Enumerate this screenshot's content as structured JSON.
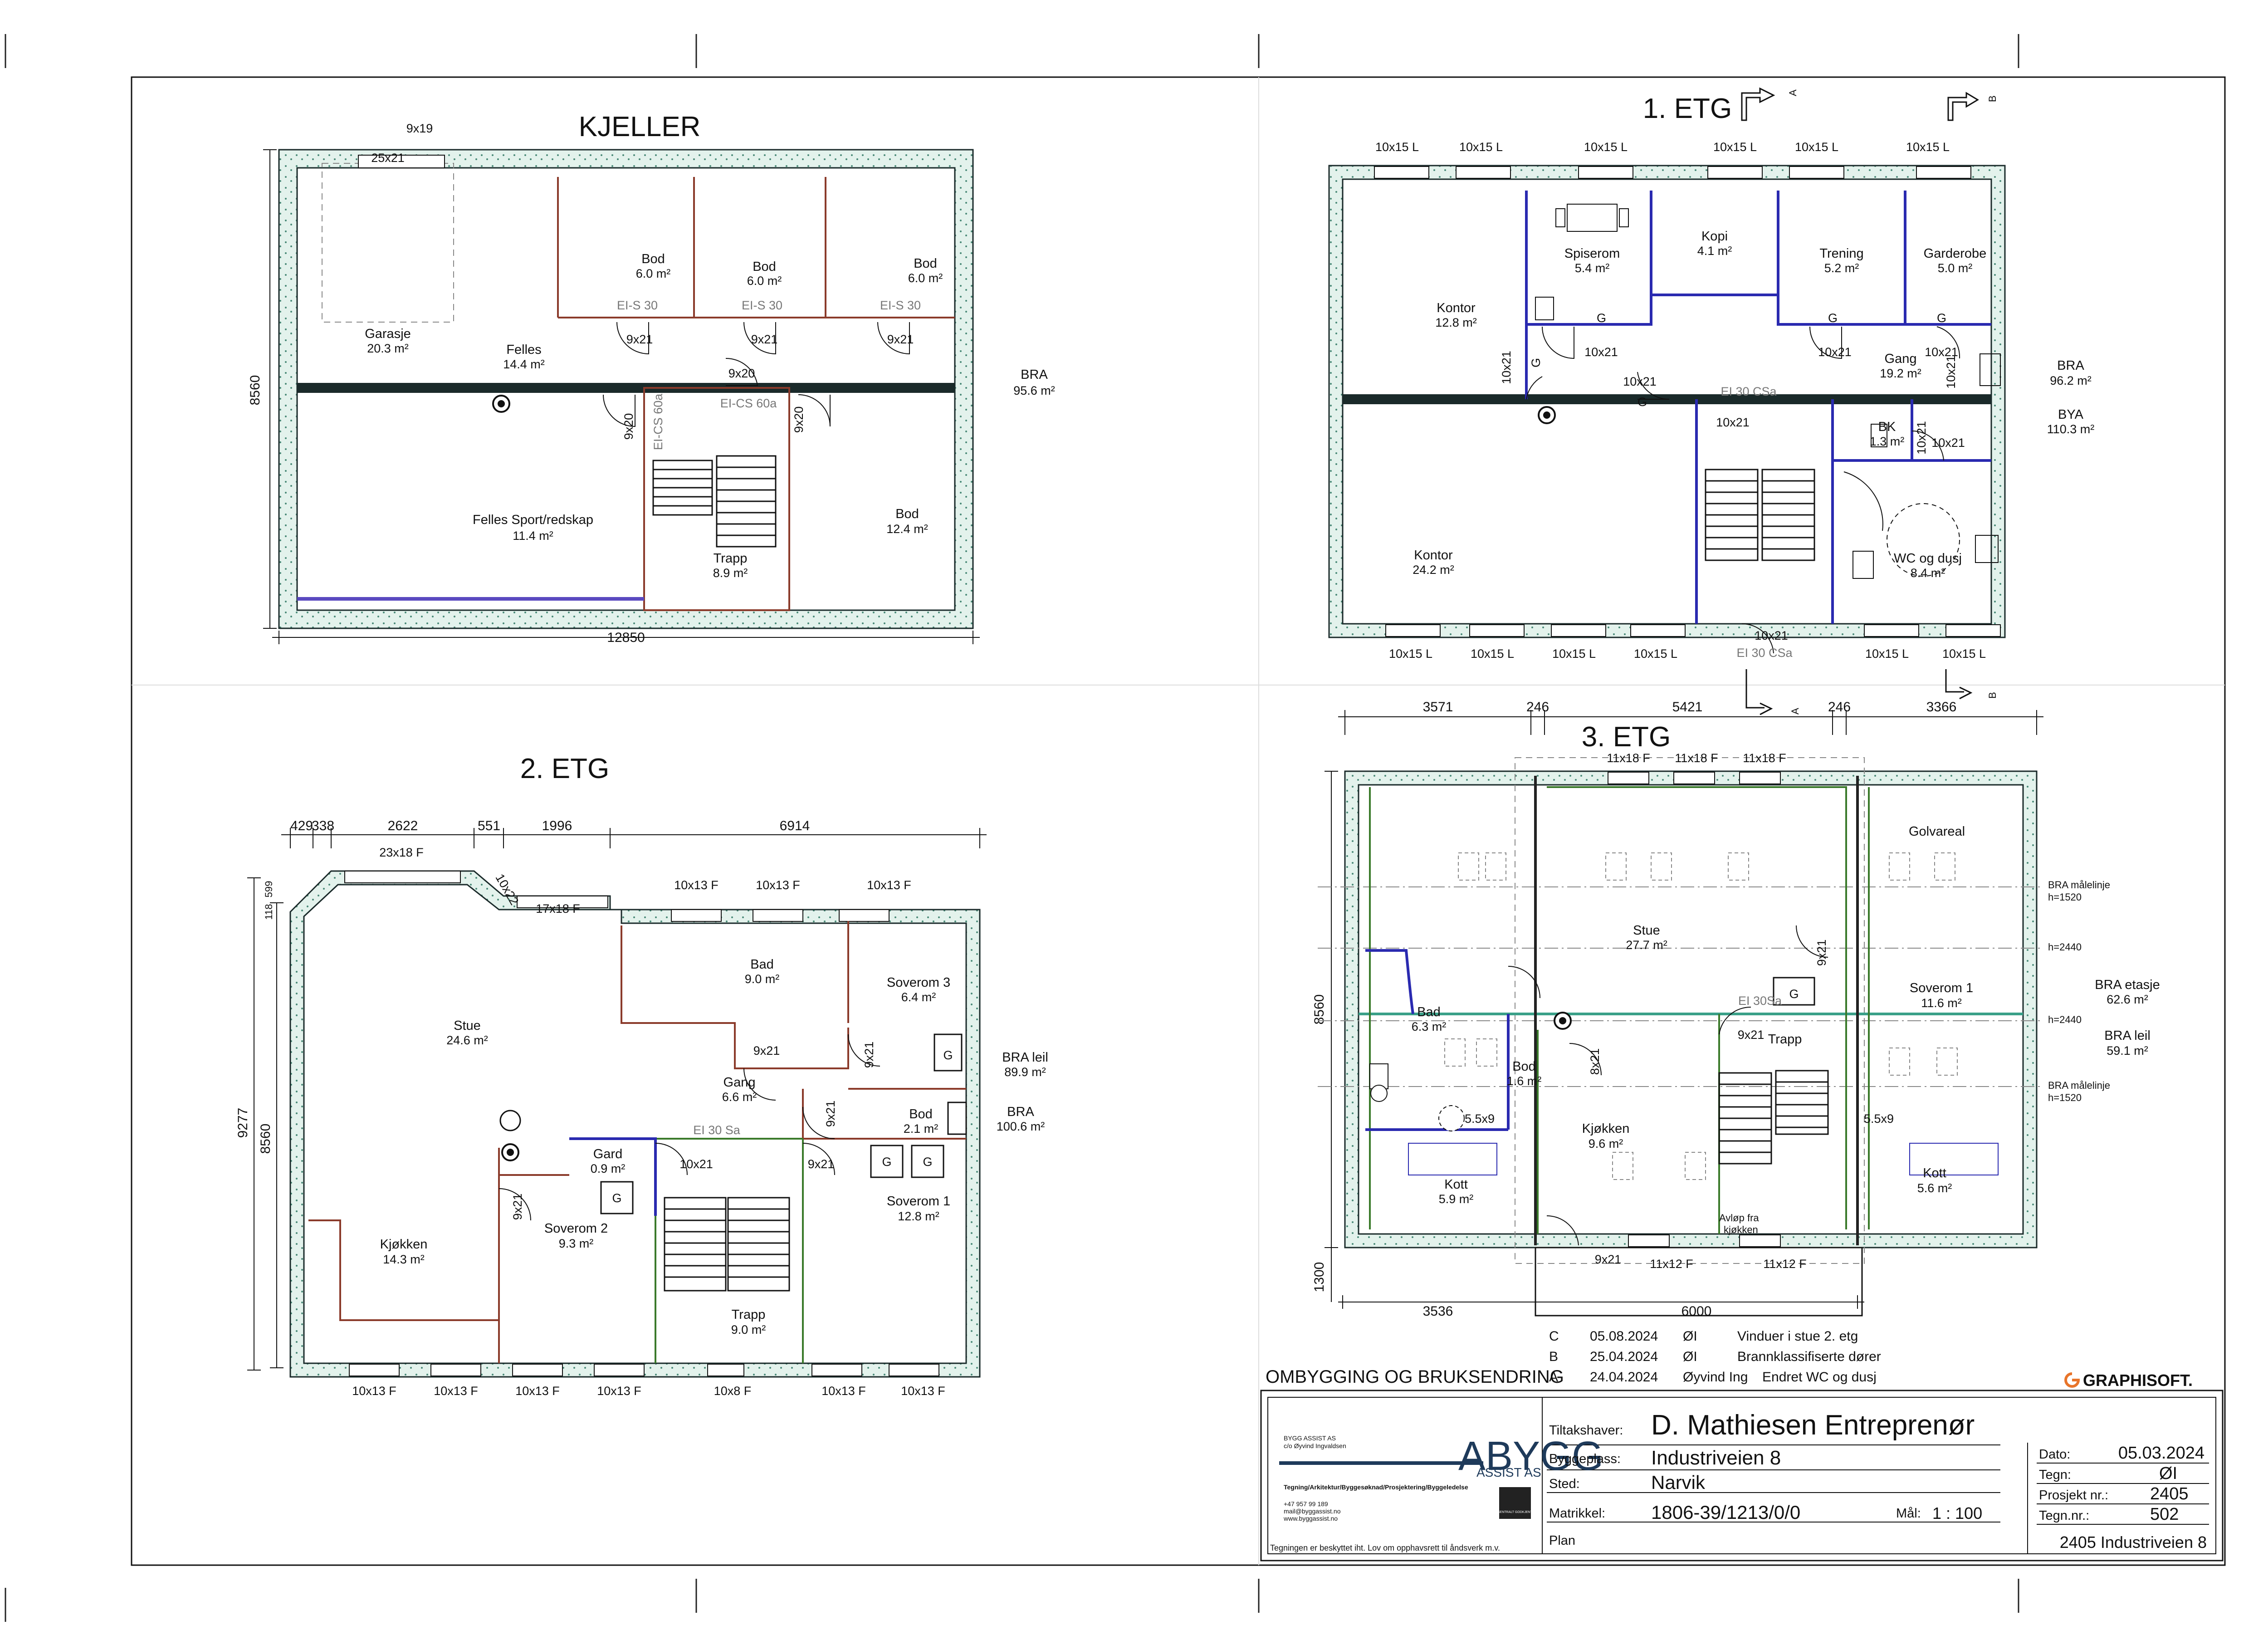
{
  "kjeller": {
    "title": "KJELLER",
    "rooms": [
      {
        "name": "Garasje",
        "area": "20.3 m²"
      },
      {
        "name": "Felles",
        "area": "14.4 m²"
      },
      {
        "name": "Bod",
        "area": "6.0 m²"
      },
      {
        "name": "Bod",
        "area": "6.0 m²"
      },
      {
        "name": "Bod",
        "area": "6.0 m²"
      },
      {
        "name": "Felles Sport/redskap",
        "area": "11.4 m²"
      },
      {
        "name": "Trapp",
        "area": "8.9 m²"
      },
      {
        "name": "Bod",
        "area": "12.4 m²"
      }
    ],
    "bra_label": "BRA",
    "bra_value": "95.6 m²",
    "dim_width": "12850",
    "dim_height": "8560",
    "door_labels": [
      "9x19",
      "25x21",
      "9x21",
      "9x21",
      "9x21",
      "9x20",
      "9x20",
      "9x20"
    ],
    "fire_labels": [
      "EI-S 30",
      "EI-S 30",
      "EI-S 30",
      "EI-CS 60a",
      "EI-CS 60a"
    ]
  },
  "etg1": {
    "title": "1. ETG",
    "section_a": "A",
    "section_b": "B",
    "rooms": [
      {
        "name": "Spiserom",
        "area": "5.4 m²"
      },
      {
        "name": "Kopi",
        "area": "4.1 m²"
      },
      {
        "name": "Trening",
        "area": "5.2 m²"
      },
      {
        "name": "Garderobe",
        "area": "5.0 m²"
      },
      {
        "name": "Kontor",
        "area": "12.8 m²"
      },
      {
        "name": "Gang",
        "area": "19.2 m²"
      },
      {
        "name": "BK",
        "area": "1.3 m²"
      },
      {
        "name": "Kontor",
        "area": "24.2 m²"
      },
      {
        "name": "WC og dusj",
        "area": "8.4 m²"
      }
    ],
    "bra_label": "BRA",
    "bra_value": "96.2 m²",
    "bya_label": "BYA",
    "bya_value": "110.3 m²",
    "windows_top": [
      "10x15 L",
      "10x15 L",
      "10x15 L",
      "10x15 L",
      "10x15 L",
      "10x15 L"
    ],
    "windows_bottom": [
      "10x15 L",
      "10x15 L",
      "10x15 L",
      "10x15 L",
      "10x15 L",
      "10x15 L"
    ],
    "door_labels": [
      "10x21",
      "10x21",
      "10x21",
      "10x21",
      "10x21",
      "10x21",
      "10x21",
      "10x21",
      "10x21"
    ],
    "fire_label": "EI 30 CSa",
    "fire_label_2": "EI 30 CSa",
    "g_marks": [
      "G",
      "G",
      "G",
      "G",
      "G"
    ]
  },
  "etg2": {
    "title": "2. ETG",
    "dims_top": [
      "429",
      "338",
      "2622",
      "551",
      "1996",
      "6914"
    ],
    "dim_left_outer": "9277",
    "dim_left_inner": "8560",
    "dim_left_small_1": "118",
    "dim_left_small_2": "599",
    "windows_top": [
      "23x18 F",
      "17x18 F",
      "10x13 F",
      "10x13 F",
      "10x13 F"
    ],
    "window_angled": "10x22",
    "windows_bottom": [
      "10x13 F",
      "10x13 F",
      "10x13 F",
      "10x13 F",
      "10x8 F",
      "10x13 F",
      "10x13 F"
    ],
    "rooms": [
      {
        "name": "Stue",
        "area": "24.6 m²"
      },
      {
        "name": "Bad",
        "area": "9.0 m²"
      },
      {
        "name": "Soverom 3",
        "area": "6.4 m²"
      },
      {
        "name": "Gang",
        "area": "6.6 m²"
      },
      {
        "name": "Bod",
        "area": "2.1 m²"
      },
      {
        "name": "Gard",
        "area": "0.9 m²"
      },
      {
        "name": "Soverom 2",
        "area": "9.3 m²"
      },
      {
        "name": "Soverom 1",
        "area": "12.8 m²"
      },
      {
        "name": "Kjøkken",
        "area": "14.3 m²"
      },
      {
        "name": "Trapp",
        "area": "9.0 m²"
      }
    ],
    "bra_leil_label": "BRA leil",
    "bra_leil_value": "89.9 m²",
    "bra_label": "BRA",
    "bra_value": "100.6 m²",
    "door_labels": [
      "9x21",
      "9x21",
      "9x21",
      "9x21",
      "10x21",
      "9x21"
    ],
    "fire_label": "EI 30 Sa",
    "g_marks": [
      "G",
      "G",
      "G",
      "G"
    ]
  },
  "etg3": {
    "title": "3. ETG",
    "dims_top": [
      "3571",
      "246",
      "5421",
      "246",
      "3366"
    ],
    "dims_bottom": [
      "3536",
      "6000"
    ],
    "dim_left": "8560",
    "dim_left_small": "1300",
    "windows_top": [
      "11x18 F",
      "11x18 F",
      "11x18 F"
    ],
    "windows_bottom": [
      "11x12 F",
      "11x12 F"
    ],
    "rooms": [
      {
        "name": "Golvareal",
        "area": ""
      },
      {
        "name": "Stue",
        "area": "27.7 m²"
      },
      {
        "name": "Soverom 1",
        "area": "11.6 m²"
      },
      {
        "name": "Bad",
        "area": "6.3 m²"
      },
      {
        "name": "Bod",
        "area": "1.6 m²"
      },
      {
        "name": "Trapp",
        "area": ""
      },
      {
        "name": "Kjøkken",
        "area": "9.6 m²"
      },
      {
        "name": "Kott",
        "area": "5.9 m²"
      },
      {
        "name": "Kott",
        "area": "5.6 m²"
      }
    ],
    "bra_maalelinje": "BRA målelinje",
    "h1520": "h=1520",
    "h2440": "h=2440",
    "bra_etasje_label": "BRA etasje",
    "bra_etasje_value": "62.6 m²",
    "bra_leil_label": "BRA leil",
    "bra_leil_value": "59.1 m²",
    "door_labels": [
      "9x21",
      "8x21",
      "9x21",
      "5.5x9",
      "5.5x9",
      "9x21"
    ],
    "fire_label": "EI 30Sa",
    "g_mark": "G",
    "avlop": "Avløp fra",
    "avlop2": "kjøkken",
    "section_a": "A",
    "section_b": "B"
  },
  "revisions": [
    {
      "code": "C",
      "date": "05.08.2024",
      "by": "ØI",
      "text": "Vinduer i stue 2. etg"
    },
    {
      "code": "B",
      "date": "25.04.2024",
      "by": "ØI",
      "text": "Brannklassifiserte dører"
    },
    {
      "code": "A",
      "date": "24.04.2024",
      "by": "Øyvind Ing",
      "text": "Endret WC og dusj"
    }
  ],
  "project_heading": "OMBYGGING OG BRUKSENDRING",
  "graphisoft": "GRAPHISOFT.",
  "titleblock": {
    "company_small_1": "BYGG ASSIST AS",
    "company_small_2": "c/o Øyvind Ingvaldsen",
    "services": "Tegning/Arkitektur/Byggesøknad/Prosjektering/Byggeledelse",
    "phone": "+47 957 99 189",
    "email": "mail@byggassist.no",
    "web": "www.byggassist.no",
    "logo_main": "ABYGG",
    "logo_sub": "ASSIST AS",
    "badge": "SENTRALT GODKJENT",
    "copyright": "Tegningen er beskyttet iht. Lov om opphavsrett til åndsverk m.v.",
    "tiltakshaver_label": "Tiltakshaver:",
    "tiltakshaver": "D. Mathiesen Entreprenør",
    "byggeplass_label": "Byggeplass:",
    "byggeplass": "Industriveien 8",
    "sted_label": "Sted:",
    "sted": "Narvik",
    "matrikkel_label": "Matrikkel:",
    "matrikkel": "1806-39/1213/0/0",
    "maal_label": "Mål:",
    "maal": "1 :  100",
    "plan_label": "Plan",
    "dato_label": "Dato:",
    "dato": "05.03.2024",
    "tegn_label": "Tegn:",
    "tegn": "ØI",
    "prosjekt_label": "Prosjekt nr.:",
    "prosjekt": "2405",
    "tegnnr_label": "Tegn.nr.:",
    "tegnnr": "502",
    "footer": "2405 Industriveien 8"
  }
}
